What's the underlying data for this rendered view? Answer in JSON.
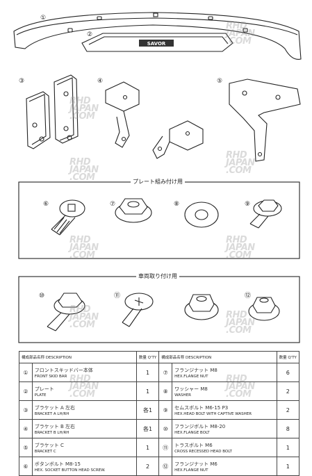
{
  "sections": {
    "plate_assembly": "プレート組み付け用",
    "vehicle_mount": "車両取り付け用"
  },
  "callouts": [
    "①",
    "②",
    "③",
    "④",
    "⑤",
    "⑥",
    "⑦",
    "⑧",
    "⑨",
    "⑩",
    "⑪",
    "⑫"
  ],
  "plate_logo": "SAVOR",
  "watermark": {
    "line1": "RHD",
    "line2": "JAPAN",
    "line3": ".COM"
  },
  "table": {
    "headers": {
      "name_ja": "構成部品名称",
      "name_en": "DESCRIPTION",
      "qty_ja": "数量",
      "qty_en": "Q'TY"
    },
    "rows": [
      {
        "left": {
          "num": "①",
          "ja": "フロントスキッドバー本体",
          "en": "FRONT SKID BAR",
          "qty": "1"
        },
        "right": {
          "num": "⑦",
          "ja": "フランジナット M8",
          "en": "HEX.FLANGE NUT",
          "qty": "6"
        }
      },
      {
        "left": {
          "num": "②",
          "ja": "プレート",
          "en": "PLATE",
          "qty": "1"
        },
        "right": {
          "num": "⑧",
          "ja": "ワッシャー M8",
          "en": "WASHER",
          "qty": "2"
        }
      },
      {
        "left": {
          "num": "③",
          "ja": "ブラケット A 左右",
          "en": "BRACKET A LH/RH",
          "qty": "各1"
        },
        "right": {
          "num": "⑨",
          "ja": "セムスボルト M6-15 P3",
          "en": "HEX.HEAD BOLT WITH CAPTIVE WASHER",
          "qty": "2"
        }
      },
      {
        "left": {
          "num": "④",
          "ja": "ブラケット B 左右",
          "en": "BRACKET B LH/RH",
          "qty": "各1"
        },
        "right": {
          "num": "⑩",
          "ja": "フランジボルト M8-20",
          "en": "HEX.FLANGE BOLT",
          "qty": "8"
        }
      },
      {
        "left": {
          "num": "⑤",
          "ja": "ブラケット C",
          "en": "BRACKET C",
          "qty": "1"
        },
        "right": {
          "num": "⑪",
          "ja": "トラスボルト M6",
          "en": "CROSS RECESSED HEAD BOLT",
          "qty": "1"
        }
      },
      {
        "left": {
          "num": "⑥",
          "ja": "ボタンボルト M8-15",
          "en": "HEX. SOCKET BUTTON HEAD SCREW.",
          "qty": "2"
        },
        "right": {
          "num": "⑫",
          "ja": "フランジナット M6",
          "en": "HEX.FLANGE NUT",
          "qty": "1"
        }
      }
    ]
  }
}
